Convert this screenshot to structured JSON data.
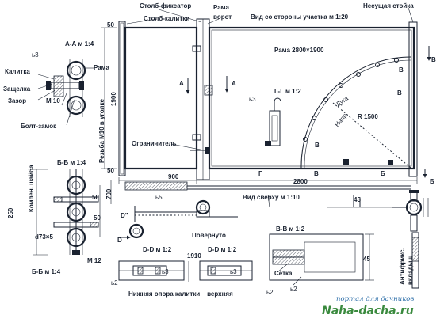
{
  "labels": {
    "stolb_fiksator": "Столб-фиксатор",
    "stolb_kalitki": "Столб-калитки",
    "rama_vorot_1": "Рама",
    "rama_vorot_2": "ворот",
    "vid_uchastka": "Вид со стороны участка м 1:20",
    "nesushaya": "Несущая стойка",
    "aa": "А-А м 1:4",
    "b3_a": "ь3",
    "kalitka": "Калитка",
    "rama_sm": "Рама",
    "zashelka": "Защелка",
    "zazor": "Зазор",
    "m10": "М 10",
    "bolt": "Болт-замок",
    "rama_main": "Рама 2800×1900",
    "a_left": "А",
    "a_right": "А",
    "gg": "Г-Г м 1:2",
    "b3_b": "ь3",
    "duga": "Дуга",
    "napr": "Напр.",
    "r1500": "R 1500",
    "v1": "В",
    "v2": "В",
    "v3": "В",
    "v4": "В",
    "v5": "В",
    "rezba": "Резьба М10 в уголке",
    "d1900": "1900",
    "ogranichitel": "Ограничитель",
    "d50a": "50",
    "d50b": "50",
    "d900": "900",
    "d2800": "2800",
    "g_sec": "Г",
    "b_sec": "Б",
    "b_sec2": "Б",
    "bb_top": "Б-Б м 1:4",
    "komp_1": "Компен. шайба",
    "d250": "250",
    "d50c": "50",
    "d50d": "50",
    "d73": "d73×5",
    "m12": "М 12",
    "bb_bot": "Б-Б м 1:4",
    "d700": "700",
    "b5": "ь5",
    "vid_sverhu": "Вид сверху м 1:10",
    "d45a": "45",
    "dprime": "D\"",
    "d_letter": "D",
    "povernuto": "Повернуто",
    "vv": "В-В м 1:2",
    "dd_left": "D-D м 1:2",
    "d1910": "1910",
    "dd_right": "D-D м 1:2",
    "b2_a": "ь2",
    "b3_c": "ь3",
    "b3_d": "ь3",
    "b2_b": "ь2",
    "setka": "Сетка",
    "b2_c": "ь2",
    "d45b": "45",
    "antifriks_1": "Антифрикс.",
    "antifriks_2": "вкладыш",
    "nizhnyaya": "Нижняя опора калитки – верхняя",
    "watermark_sub": "портал для дачников",
    "watermark_main": "Naha-dacha.ru"
  }
}
